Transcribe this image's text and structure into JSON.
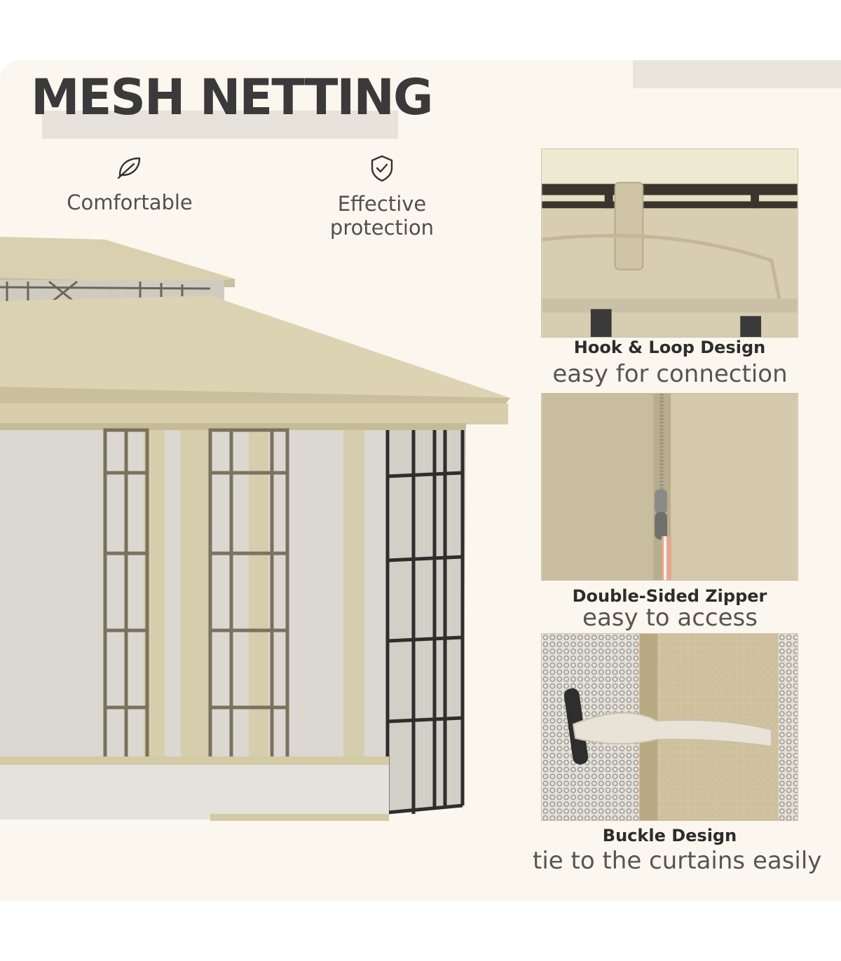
{
  "header": {
    "title": "MESH NETTING"
  },
  "features": [
    {
      "icon": "leaf-icon",
      "label": "Comfortable"
    },
    {
      "icon": "shield-check-icon",
      "label": "Effective protection"
    }
  ],
  "details": [
    {
      "title": "Hook & Loop Design",
      "subtitle": "easy for connection"
    },
    {
      "title": "Double-Sided Zipper",
      "subtitle": "easy to access"
    },
    {
      "title": "Buckle Design",
      "subtitle": "tie to the curtains easily"
    }
  ],
  "colors": {
    "canopy": "#d8cfae",
    "background": "#fbf7ee",
    "frame": "#2e2e2e",
    "mesh": "#d9d7d0"
  }
}
